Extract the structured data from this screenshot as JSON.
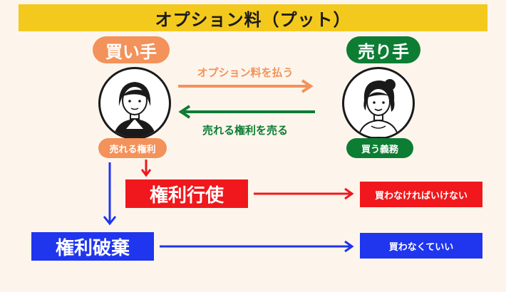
{
  "title": "オプション料（プット）",
  "buyer": {
    "label": "買い手",
    "sub_label": "売れる権利"
  },
  "seller": {
    "label": "売り手",
    "sub_label": "買う義務"
  },
  "arrows": {
    "premium": "オプション料を払う",
    "right": "売れる権利を売る"
  },
  "exercise": {
    "label": "権利行使",
    "result": "買わなければいけない"
  },
  "abandon": {
    "label": "権利破棄",
    "result": "買わなくていい"
  },
  "colors": {
    "title_bg": "#f3c91d",
    "buyer": "#f3925a",
    "seller": "#0d7d34",
    "exercise": "#f0181c",
    "abandon": "#1f35ee",
    "background": "#fdf5ec"
  }
}
